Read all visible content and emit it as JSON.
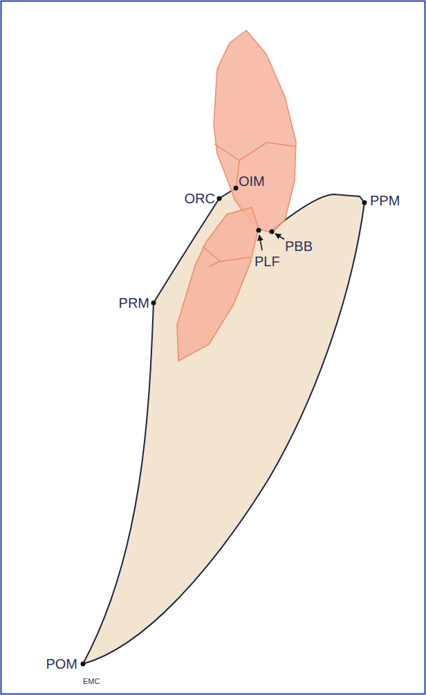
{
  "diagram": {
    "labels": [
      "ORC",
      "OIM",
      "PRM",
      "PPM",
      "PBB",
      "PLF",
      "POM",
      "EMC"
    ]
  }
}
